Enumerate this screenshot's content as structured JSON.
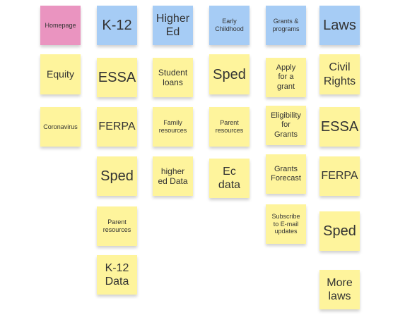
{
  "notes": {
    "homepage": "Homepage",
    "equity": "Equity",
    "coronavirus": "Coronavirus",
    "k12": "K-12",
    "essa_k12": "ESSA",
    "ferpa_k12": "FERPA",
    "sped_k12": "Sped",
    "parent_resources_k12": "Parent\nresources",
    "k12_data": "K-12\nData",
    "higher_ed": "Higher\nEd",
    "student_loans": "Student\nloans",
    "family_resources": "Family\nresources",
    "higher_ed_data": "higher\ned Data",
    "early_childhood": "Early\nChildhood",
    "sped_ec": "Sped",
    "parent_resources_ec": "Parent\nresources",
    "ec_data": "Ec\ndata",
    "grants_programs": "Grants &\nprograms",
    "apply_grant": "Apply\nfor a\ngrant",
    "eligibility_grants": "Eligibility\nfor\nGrants",
    "grants_forecast": "Grants\nForecast",
    "subscribe_updates": "Subscribe\nto E-mail\nupdates",
    "laws": "Laws",
    "civil_rights": "Civil\nRights",
    "essa_laws": "ESSA",
    "ferpa_laws": "FERPA",
    "sped_laws": "Sped",
    "more_laws": "More\nlaws"
  },
  "colors": {
    "pink": "#ea94c0",
    "blue": "#a6ccf5",
    "yellow": "#fef49c"
  }
}
